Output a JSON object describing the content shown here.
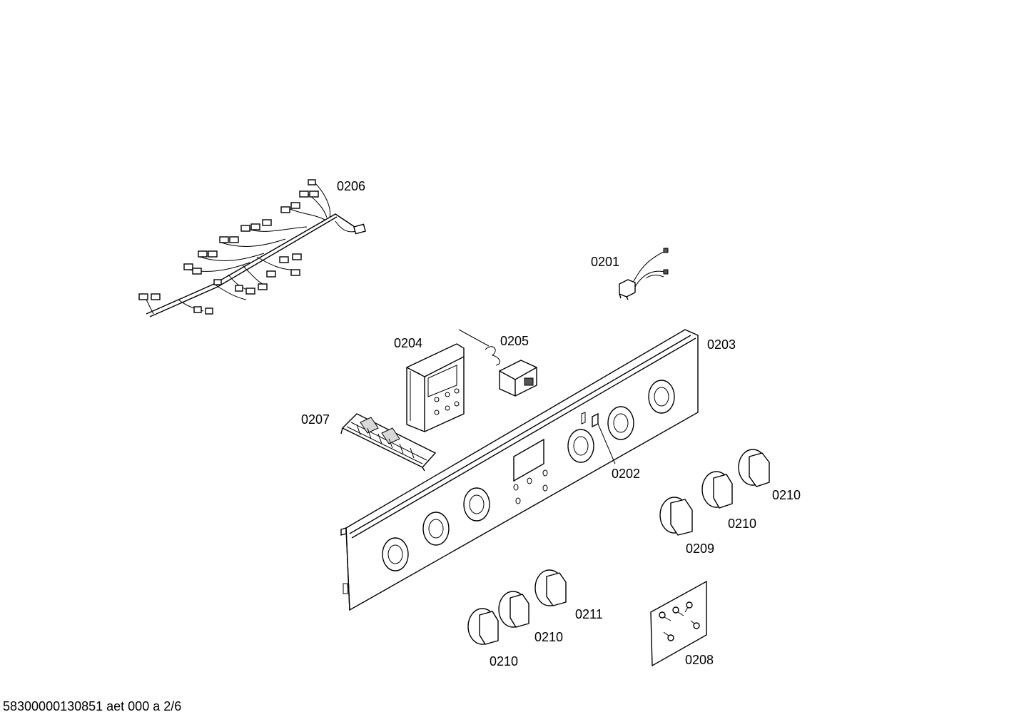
{
  "parts": {
    "p0201": "0201",
    "p0202": "0202",
    "p0203": "0203",
    "p0204": "0204",
    "p0205": "0205",
    "p0206": "0206",
    "p0207": "0207",
    "p0208": "0208",
    "p0209": "0209",
    "p0210": "0210",
    "p0211": "0211"
  },
  "footer": "58300000130851 aet 000 a 2/6"
}
